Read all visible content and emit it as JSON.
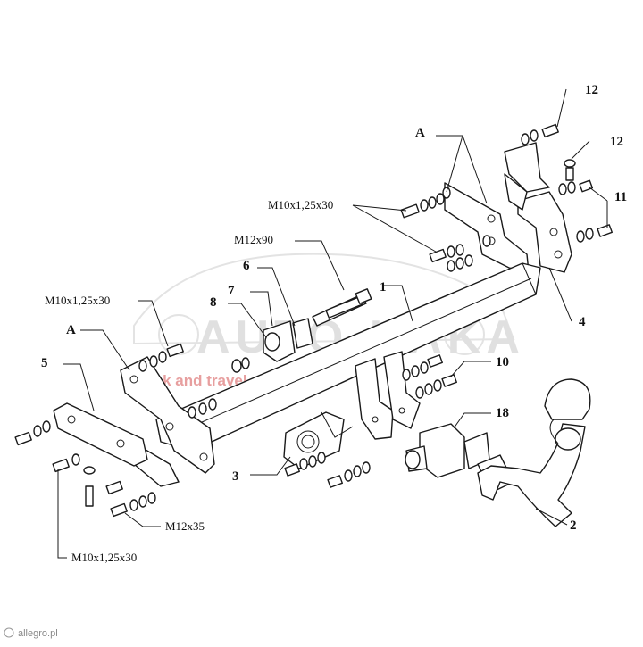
{
  "diagram": {
    "callouts": {
      "c1": "1",
      "c2": "2",
      "c3": "3",
      "c4": "4",
      "c5": "5",
      "c6": "6",
      "c7": "7",
      "c8": "8",
      "c10": "10",
      "c11": "11",
      "c12a": "12",
      "c12b": "12",
      "c18": "18",
      "a_left": "A",
      "a_right": "A"
    },
    "specs": {
      "bolt_top": "M10x1,25x30",
      "bolt_left": "M10x1,25x30",
      "bolt_bottom": "M10x1,25x30",
      "bolt_m12x90": "M12x90",
      "bolt_m12x35": "M12x35"
    }
  },
  "watermark": {
    "brand": "AUTO-HAKA",
    "tagline": "truck and travel"
  },
  "credit": "allegro.pl"
}
